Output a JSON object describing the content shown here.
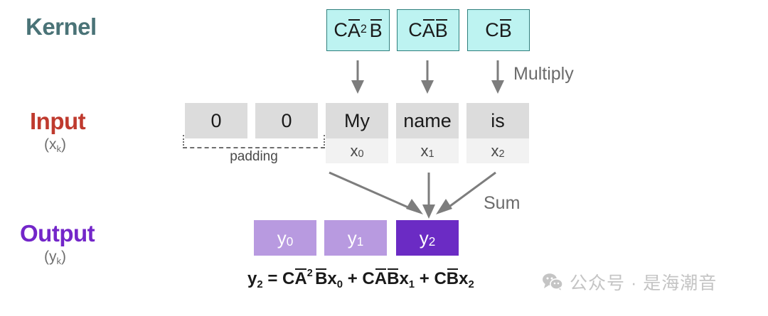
{
  "rows": {
    "kernel": {
      "label": "Kernel",
      "color": "#4a7377"
    },
    "input": {
      "label": "Input",
      "color": "#bf3a2e",
      "sub_open": "(x",
      "sub_idx": "k",
      "sub_close": ")"
    },
    "output": {
      "label": "Output",
      "color": "#7326c9",
      "sub_open": "(y",
      "sub_idx": "k",
      "sub_close": ")"
    }
  },
  "kernel": {
    "boxes": [
      {
        "c": "C",
        "a": "A",
        "a_sup": "2",
        "b": "B"
      },
      {
        "c": "C",
        "a": "A",
        "a_sup": "",
        "b": "B"
      },
      {
        "c": "C",
        "a": "",
        "a_sup": "",
        "b": "B"
      }
    ],
    "fill": "#bdf3f1",
    "border": "#2f7f7d"
  },
  "multiply_label": "Multiply",
  "sum_label": "Sum",
  "input": {
    "cells": [
      {
        "word": "0",
        "sub": "",
        "sub_idx": "",
        "padding": true
      },
      {
        "word": "0",
        "sub": "",
        "sub_idx": "",
        "padding": true
      },
      {
        "word": "My",
        "sub": "x",
        "sub_idx": "0",
        "padding": false
      },
      {
        "word": "name",
        "sub": "x",
        "sub_idx": "1",
        "padding": false
      },
      {
        "word": "is",
        "sub": "x",
        "sub_idx": "2",
        "padding": false
      }
    ],
    "word_band_color": "#dcdcdc",
    "sub_band_color": "#f2f2f2",
    "padding_label": "padding"
  },
  "output": {
    "cells": [
      {
        "y": "y",
        "idx": "0",
        "highlight": false
      },
      {
        "y": "y",
        "idx": "1",
        "highlight": false
      },
      {
        "y": "y",
        "idx": "2",
        "highlight": true
      }
    ],
    "color": "#b89ae0",
    "highlight_color": "#6b2bc4"
  },
  "formula": {
    "lhs": "y",
    "lhs_idx": "2",
    "eq": "=",
    "t1": {
      "c": "C",
      "a": "A",
      "a_sup": "2",
      "b": "B",
      "x": "x",
      "x_idx": "0"
    },
    "op1": "+",
    "t2": {
      "c": "C",
      "a": "A",
      "a_sup": "",
      "b": "B",
      "x": "x",
      "x_idx": "1"
    },
    "op2": "+",
    "t3": {
      "c": "C",
      "a": "",
      "a_sup": "",
      "b": "B",
      "x": "x",
      "x_idx": "2"
    }
  },
  "watermark": {
    "text": "公众号 · 是海潮音",
    "icon": "wechat-icon",
    "color": "#c4c4c4"
  }
}
